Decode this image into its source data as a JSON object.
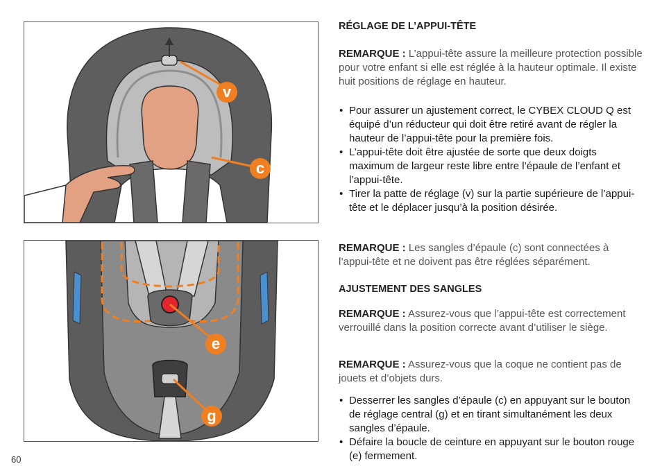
{
  "page_number": "60",
  "figure_top": {
    "labels": {
      "v": "v",
      "c": "c"
    },
    "accent_color": "#F07F21"
  },
  "figure_bottom": {
    "labels": {
      "e": "e",
      "g": "g"
    },
    "accent_color": "#F07F21"
  },
  "section1": {
    "heading": "RÉGLAGE DE L’APPUI-TÊTE",
    "note_label": "REMARQUE :",
    "note_text": " L’appui-tête assure la meilleure protection possible pour votre enfant si elle est réglée à la hauteur optimale. Il existe huit positions de réglage en hauteur.",
    "bullets": [
      "Pour assurer un ajustement correct, le CYBEX CLOUD Q est équipé d’un réducteur qui doit être retiré avant de régler la hauteur de l’appui-tête pour la première fois.",
      "L’appui-tête doit être ajustée de sorte que deux doigts maximum de largeur reste libre entre l’épaule de l’enfant et l’appui-tête.",
      "Tirer la patte de réglage (v) sur la partie supérieure de l’appui-tête et le déplacer jusqu’à la position désirée."
    ]
  },
  "section2": {
    "note1_label": "REMARQUE :",
    "note1_text": " Les sangles d’épaule (c) sont connectées à l’appui-tête et ne doivent pas être réglées séparément.",
    "heading": "AJUSTEMENT DES SANGLES",
    "note2_label": "REMARQUE :",
    "note2_text": " Assurez-vous que l’appui-tête est correctement verrouillé dans la position correcte avant d’utiliser le siège.",
    "note3_label": "REMARQUE :",
    "note3_text": " Assurez-vous que la coque ne contient pas de jouets et d’objets durs.",
    "bullets": [
      "Desserrer les sangles d’épaule (c) en appuyant sur le bouton de réglage central (g) et en tirant simultanément les deux sangles d’épaule.",
      "Défaire la boucle de ceinture en appuyant sur le bouton rouge (e) fermement."
    ]
  }
}
